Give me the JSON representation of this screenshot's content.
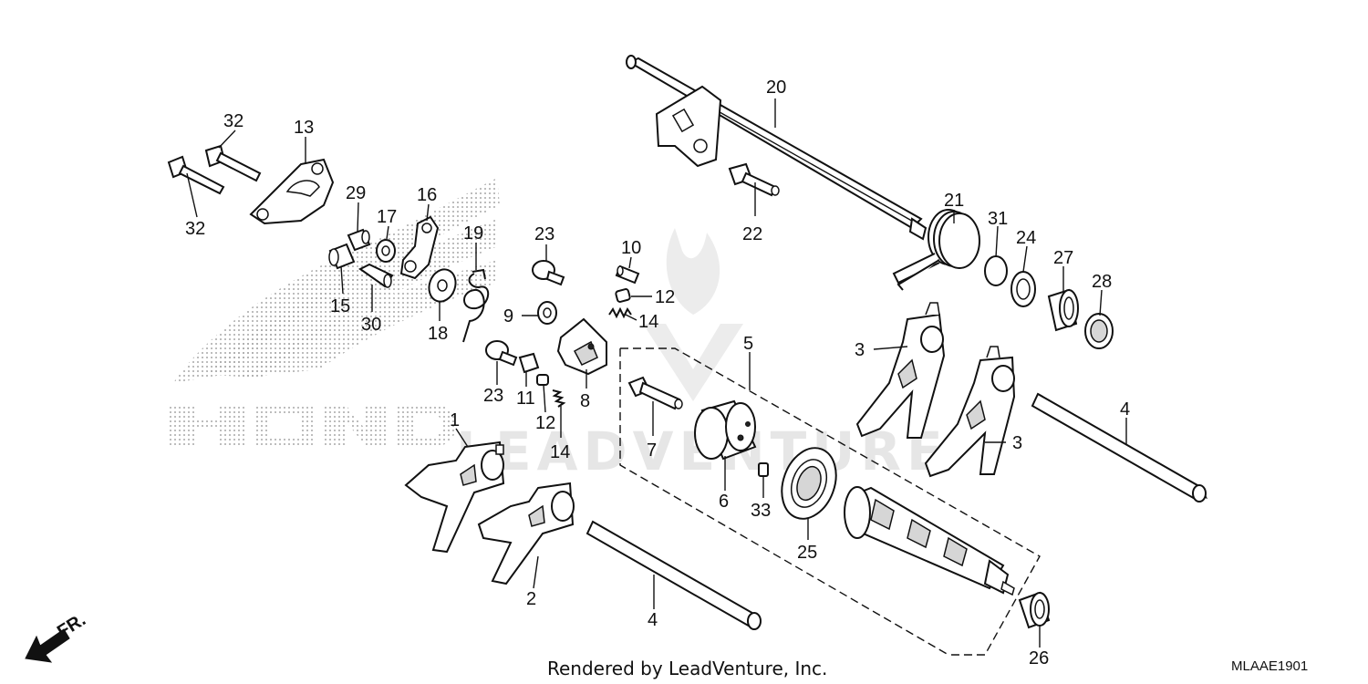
{
  "diagram": {
    "callouts": {
      "c1": "1",
      "c2": "2",
      "c3a": "3",
      "c3b": "3",
      "c4a": "4",
      "c4b": "4",
      "c5": "5",
      "c6": "6",
      "c7": "7",
      "c8": "8",
      "c9": "9",
      "c10": "10",
      "c11": "11",
      "c12a": "12",
      "c12b": "12",
      "c13": "13",
      "c14a": "14",
      "c14b": "14",
      "c15": "15",
      "c16": "16",
      "c17": "17",
      "c18": "18",
      "c19": "19",
      "c20": "20",
      "c21": "21",
      "c22": "22",
      "c23a": "23",
      "c23b": "23",
      "c24": "24",
      "c25": "25",
      "c26": "26",
      "c27": "27",
      "c28": "28",
      "c29": "29",
      "c30": "30",
      "c31": "31",
      "c32a": "32",
      "c32b": "32",
      "c33": "33"
    },
    "watermark": "LEADVENTURE",
    "footer": "Rendered by LeadVenture, Inc.",
    "diagram_code": "MLAAE1901",
    "direction_label": "FR.",
    "icons": {
      "direction": "arrow-down-left-icon",
      "brand": "honda-wing-logo"
    }
  }
}
